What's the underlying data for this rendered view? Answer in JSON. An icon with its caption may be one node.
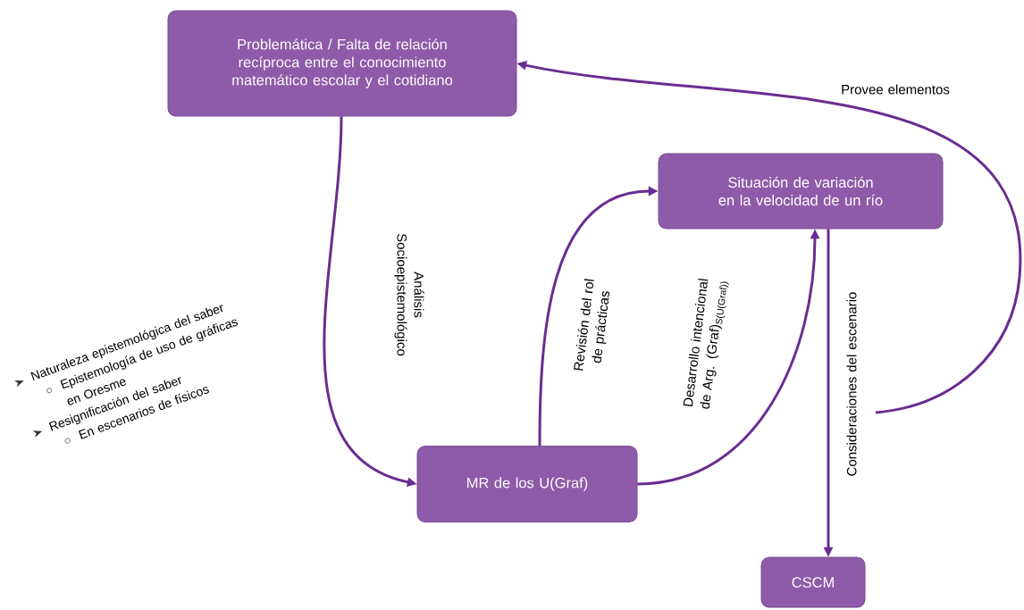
{
  "diagram": {
    "nodes": [
      {
        "text": [
          "Problemática / Falta de relación recíproca entre el conocimiento matemático escolar y el cotidiano"
        ]
      },
      {
        "text": [
          "Situación de variación en la velocidad de un río"
        ]
      },
      {
        "text": [
          "MR de los U(Graf)"
        ]
      },
      {
        "text": [
          "CSCM"
        ]
      }
    ],
    "edges": [
      {
        "from": 0,
        "to": 2,
        "arrow": "to",
        "label": "Análisis Socioepistemológico"
      },
      {
        "from": 2,
        "to": 1,
        "arrow": "to",
        "label": "Revisión del rol de prácticas"
      },
      {
        "from": 2,
        "to": 1,
        "arrow": "to",
        "label": "Desarrollo intencional de Arg. (Graf)$_{S(U(Graf))}$"
      },
      {
        "from": 1,
        "to": 3,
        "arrow": "to",
        "label": "Consideraciones del escenario"
      },
      {
        "from": null,
        "to": 0,
        "arrow": "to",
        "label": "Provee elementos"
      }
    ],
    "labels": [
      "Naturaleza epistemológica del saber",
      "Epistemología de uso de gráficas en Oresme",
      "Resignificación del saber",
      "En escenarios de físicos"
    ]
  }
}
